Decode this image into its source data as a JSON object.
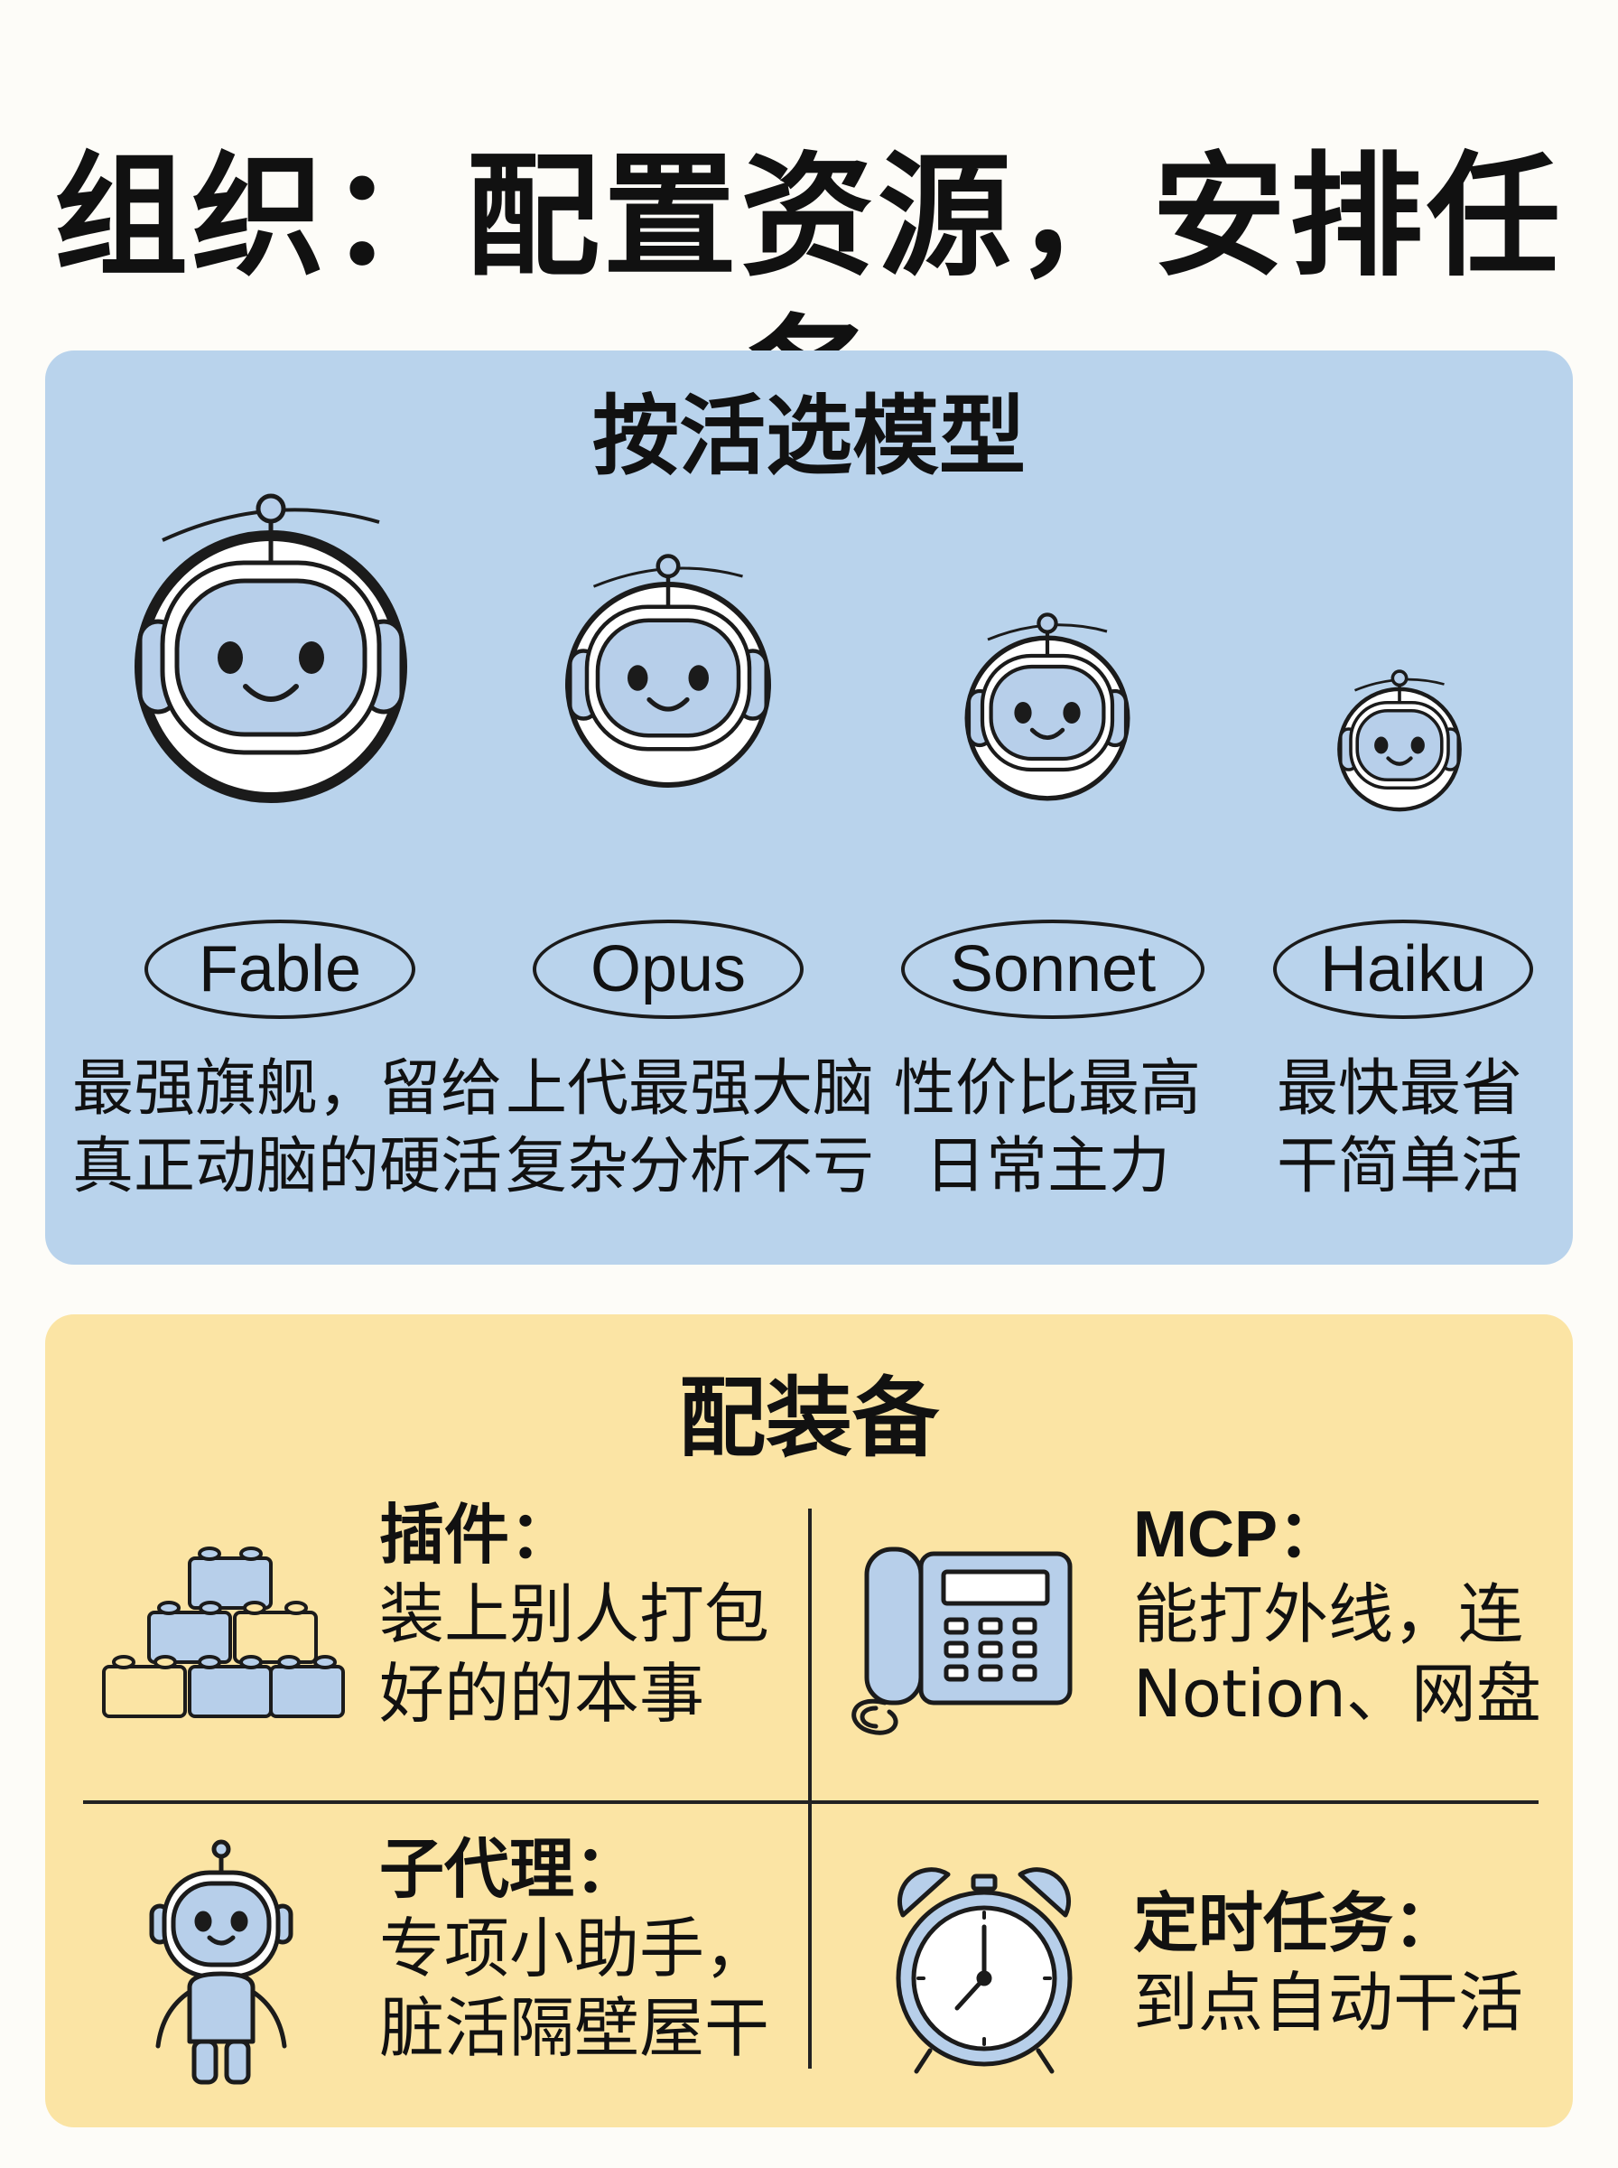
{
  "title": "组织：配置资源，安排任务",
  "models_section": {
    "title": "按活选模型",
    "models": [
      {
        "name": "Fable",
        "desc_line1": "最强旗舰，留给",
        "desc_line2": "真正动脑的硬活"
      },
      {
        "name": "Opus",
        "desc_line1": "上代最强大脑",
        "desc_line2": "复杂分析不亏"
      },
      {
        "name": "Sonnet",
        "desc_line1": "性价比最高",
        "desc_line2": "日常主力"
      },
      {
        "name": "Haiku",
        "desc_line1": "最快最省",
        "desc_line2": "干简单活"
      }
    ]
  },
  "equipment_section": {
    "title": "配装备",
    "items": [
      {
        "title": "插件：",
        "line1": "装上别人打包",
        "line2": "好的的本事",
        "icon": "building-blocks-icon"
      },
      {
        "title": "MCP：",
        "line1": "能打外线，连",
        "line2": "Notion、网盘",
        "icon": "telephone-icon"
      },
      {
        "title": "子代理：",
        "line1": "专项小助手，",
        "line2": "脏活隔壁屋干",
        "icon": "small-robot-icon"
      },
      {
        "title": "定时任务：",
        "line1": "到点自动干活",
        "line2": "",
        "icon": "alarm-clock-icon"
      }
    ]
  },
  "colors": {
    "blue_panel": "#b9d3ec",
    "yellow_panel": "#fbe4a4",
    "robot_face": "#b7cfea",
    "ink": "#1b1b1b"
  }
}
